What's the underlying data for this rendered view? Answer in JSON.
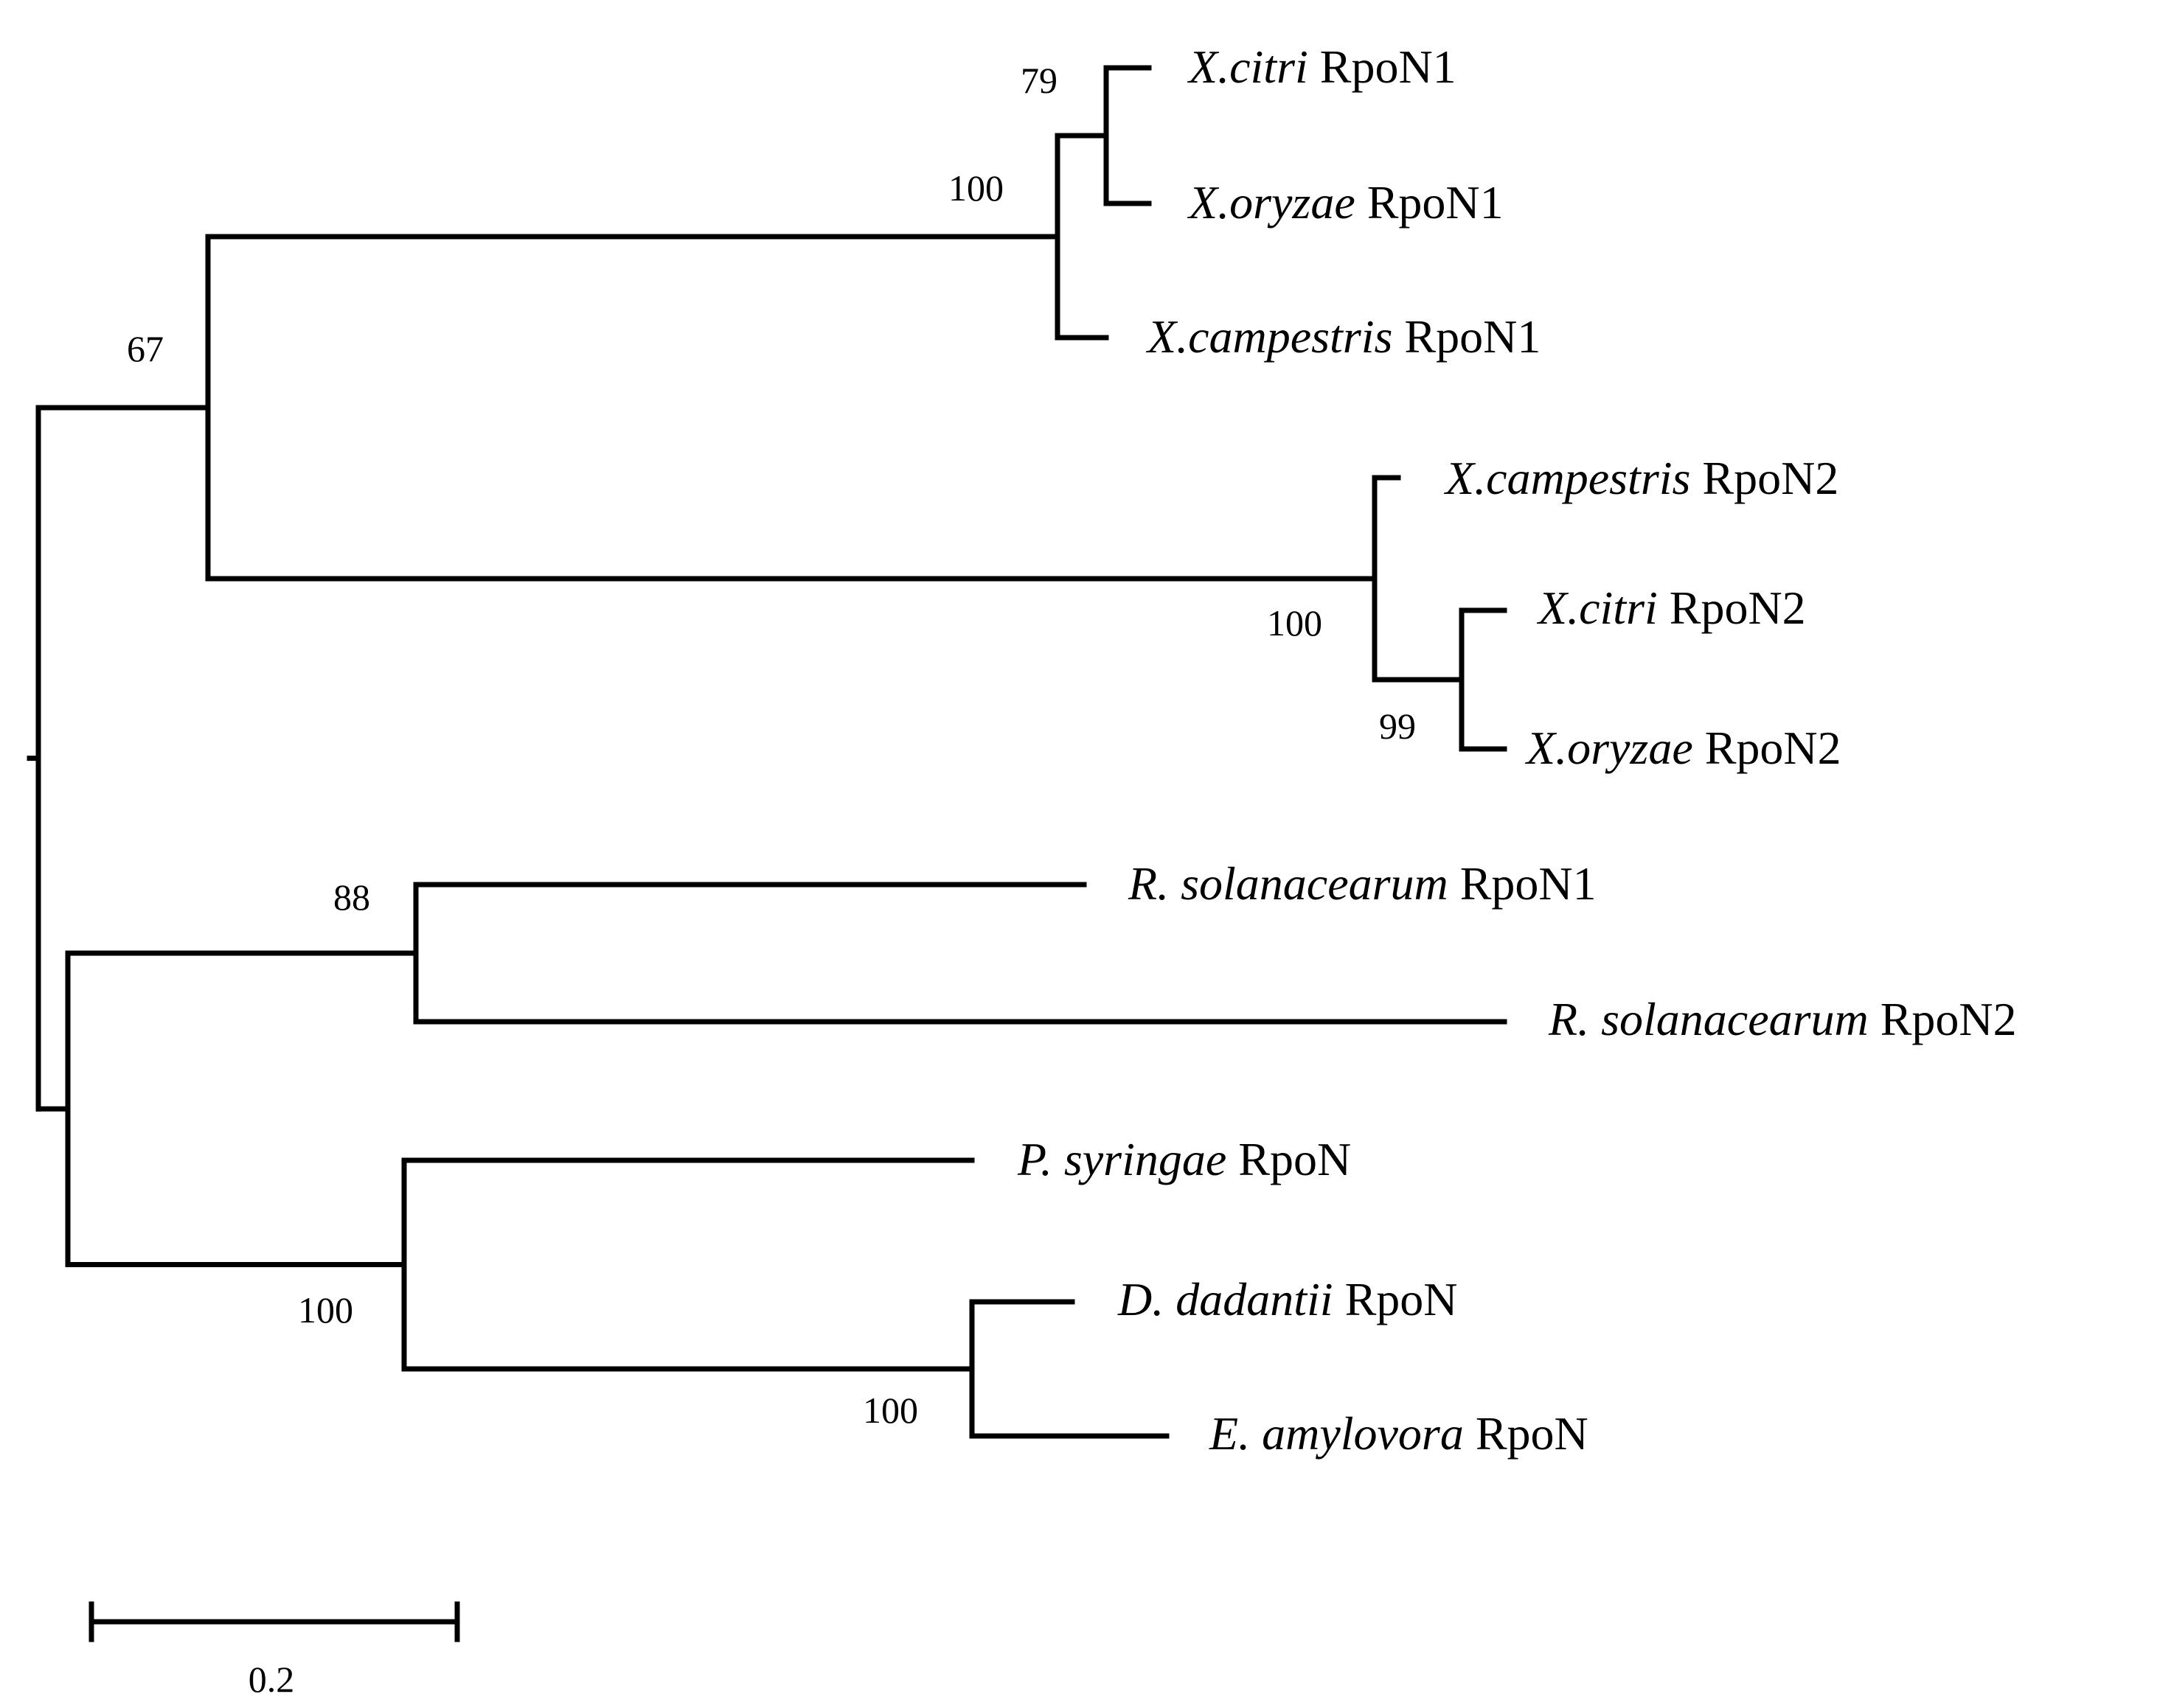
{
  "tree": {
    "tips": [
      {
        "id": "xcitri1",
        "species": "X.citri",
        "gene": "RpoN1"
      },
      {
        "id": "xoryzae1",
        "species": "X.oryzae",
        "gene": "RpoN1"
      },
      {
        "id": "xcamp1",
        "species": "X.campestris",
        "gene": "RpoN1"
      },
      {
        "id": "xcamp2",
        "species": "X.campestris",
        "gene": "RpoN2"
      },
      {
        "id": "xcitri2",
        "species": "X.citri",
        "gene": "RpoN2"
      },
      {
        "id": "xoryzae2",
        "species": "X.oryzae",
        "gene": "RpoN2"
      },
      {
        "id": "rsol1",
        "species": "R. solanacearum",
        "gene": "RpoN1"
      },
      {
        "id": "rsol2",
        "species": "R. solanacearum",
        "gene": "RpoN2"
      },
      {
        "id": "psyr",
        "species": "P. syringae",
        "gene": "RpoN"
      },
      {
        "id": "ddad",
        "species": "D. dadantii",
        "gene": "RpoN"
      },
      {
        "id": "eamy",
        "species": "E. amylovora",
        "gene": "RpoN"
      }
    ],
    "nodes": [
      {
        "id": "n_xc_xo1",
        "bootstrap": "79"
      },
      {
        "id": "n_rpon1",
        "bootstrap": "100"
      },
      {
        "id": "n_xanth",
        "bootstrap": "67"
      },
      {
        "id": "n_xc_xo2",
        "bootstrap": "99"
      },
      {
        "id": "n_rpon2",
        "bootstrap": "100"
      },
      {
        "id": "n_rsol",
        "bootstrap": "88"
      },
      {
        "id": "n_enter",
        "bootstrap": "100"
      },
      {
        "id": "n_dd_ea",
        "bootstrap": "100"
      },
      {
        "id": "n_lower",
        "bootstrap": ""
      },
      {
        "id": "n_root",
        "bootstrap": ""
      }
    ]
  },
  "scale_bar": {
    "label": "0.2"
  }
}
